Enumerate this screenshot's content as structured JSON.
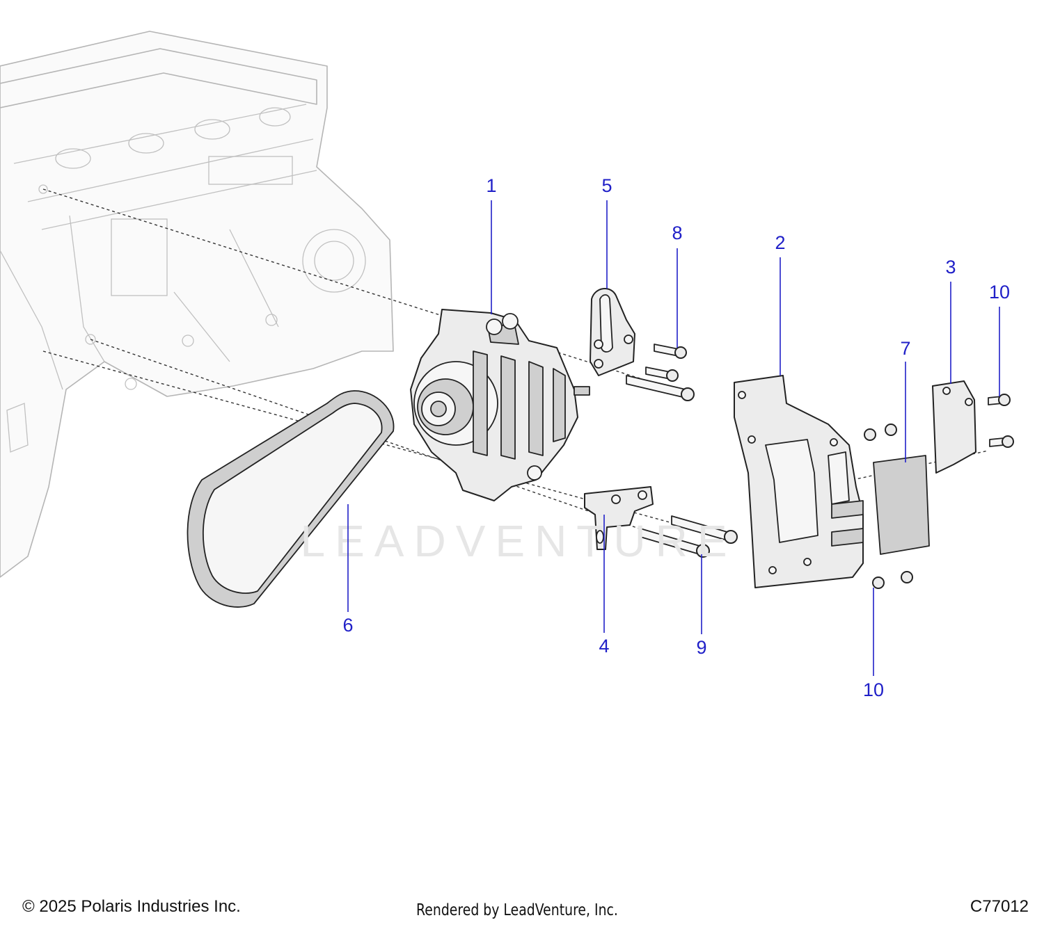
{
  "diagram": {
    "callouts": [
      {
        "key": "1",
        "label": "1",
        "part": "alternator"
      },
      {
        "key": "2",
        "label": "2",
        "part": "heat shield"
      },
      {
        "key": "3",
        "label": "3",
        "part": "shield bracket"
      },
      {
        "key": "4",
        "label": "4",
        "part": "lower alternator bracket"
      },
      {
        "key": "5",
        "label": "5",
        "part": "upper alternator bracket"
      },
      {
        "key": "6",
        "label": "6",
        "part": "drive belt"
      },
      {
        "key": "7",
        "label": "7",
        "part": "insulation pad"
      },
      {
        "key": "8",
        "label": "8",
        "part": "bolt"
      },
      {
        "key": "9",
        "label": "9",
        "part": "bolt"
      },
      {
        "key": "10a",
        "label": "10",
        "part": "flange bolt"
      },
      {
        "key": "10b",
        "label": "10",
        "part": "flange bolt"
      }
    ],
    "watermark": "LEADVENTURE",
    "colors": {
      "callout": "#2020c8",
      "line_art": "#222222",
      "engine_ghost": "#b5b5b5",
      "watermark": "#e6e6e6"
    }
  },
  "footer": {
    "copyright": "© 2025 Polaris Industries Inc.",
    "rendered_by": "Rendered by LeadVenture, Inc.",
    "diagram_id": "C77012"
  }
}
